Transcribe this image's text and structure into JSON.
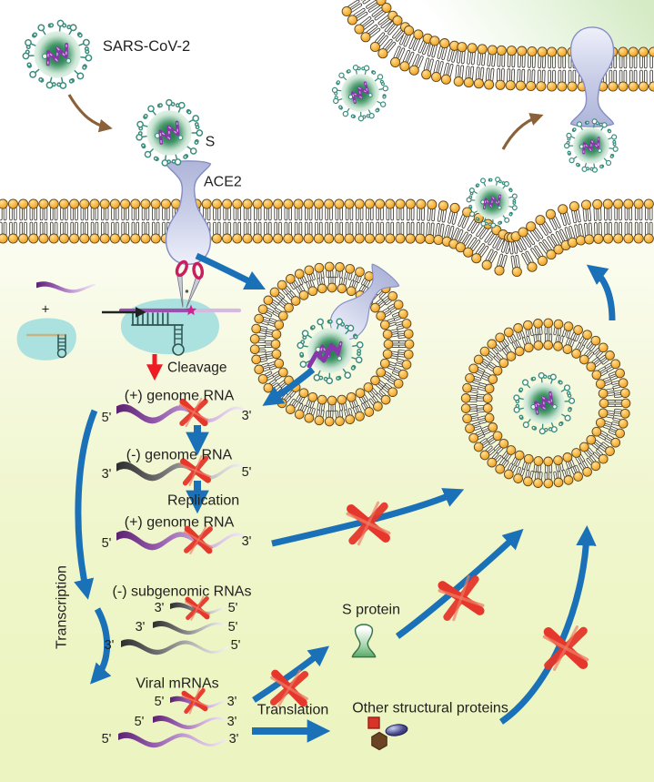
{
  "title": "SARS-CoV-2 life cycle with CRISPR cleavage of viral RNA",
  "labels": {
    "virus_name": "SARS-CoV-2",
    "spike": "S",
    "receptor": "ACE2",
    "plus_sign": "+",
    "cleavage": "Cleavage",
    "plus_genome_rna_1": "(+) genome RNA",
    "minus_genome_rna": "(-) genome RNA",
    "replication": "Replication",
    "plus_genome_rna_2": "(+) genome RNA",
    "subgenomic_rnas": "(-) subgenomic RNAs",
    "viral_mrnas": "Viral mRNAs",
    "transcription": "Transcription",
    "translation": "Translation",
    "s_protein": "S protein",
    "other_structural_proteins": "Other structural proteins",
    "five_prime": "5'",
    "three_prime": "3'"
  },
  "palette": {
    "pathway_arrow_blue": "#1a71b8",
    "blocked_x_red": "#e5372b",
    "cleavage_red": "#ed1c24",
    "lipid_head_orange": "#f5ab3c",
    "ace2_lavender": "#c6cbe6",
    "virus_spike_teal": "#3a8c7c",
    "virus_core_green": "#1f7c49",
    "rna_purple": "#8e44ad",
    "rna_gray": "#5a5a5a",
    "cas_protein_cyan": "#abe2df",
    "cell_interior_green": "#ecf5c1",
    "entry_arrow_brown": "#8a6138",
    "scissors_handle_crimson": "#c81f5e",
    "cut_site_star_magenta": "#cf2293"
  }
}
